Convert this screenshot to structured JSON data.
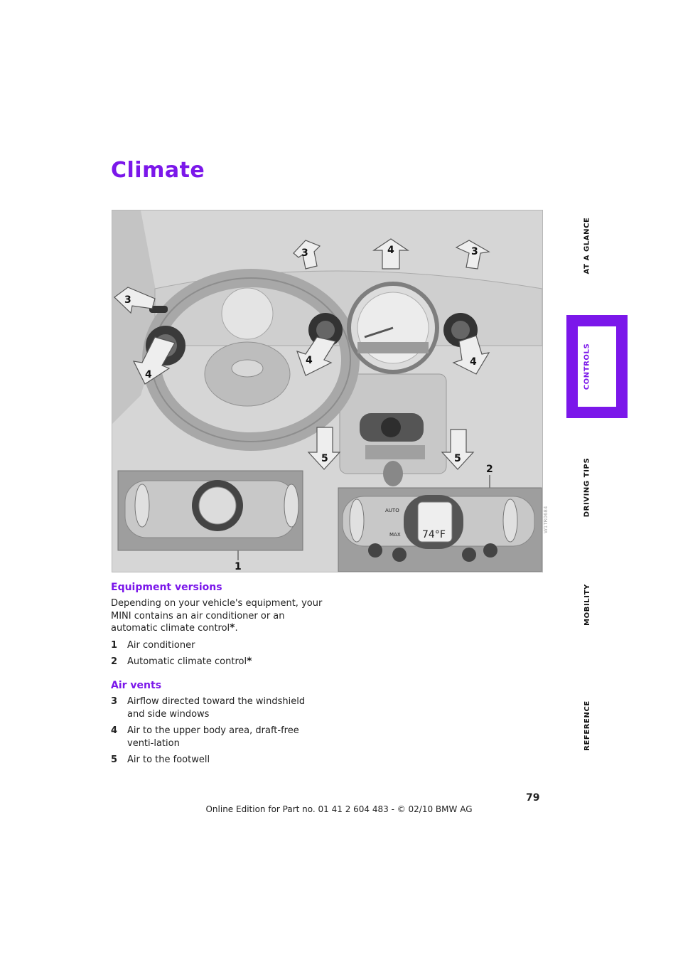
{
  "page": {
    "title": "Climate",
    "page_number": "79",
    "footer": "Online Edition for Part no. 01 41 2 604 483 - © 02/10 BMW AG"
  },
  "sidebar": {
    "tabs": [
      {
        "label": "AT A GLANCE",
        "active": false
      },
      {
        "label": "CONTROLS",
        "active": true
      },
      {
        "label": "DRIVING TIPS",
        "active": false
      },
      {
        "label": "MOBILITY",
        "active": false
      },
      {
        "label": "REFERENCE",
        "active": false
      }
    ],
    "accent_color": "#7b17ea"
  },
  "figure": {
    "callouts": [
      "3",
      "4",
      "3",
      "3",
      "4",
      "4",
      "4",
      "5",
      "5",
      "2",
      "1"
    ],
    "panel_labels": {
      "auto": "AUTO",
      "max": "MAX",
      "temp": "74°F"
    },
    "code": "W1TR0684"
  },
  "equipment": {
    "heading": "Equipment versions",
    "intro": "Depending on your vehicle's equipment, your MINI contains an air conditioner or an automatic climate control",
    "star": "*",
    "items": [
      {
        "num": "1",
        "text": "Air conditioner",
        "star": ""
      },
      {
        "num": "2",
        "text": "Automatic climate control",
        "star": "*"
      }
    ]
  },
  "air_vents": {
    "heading": "Air vents",
    "items": [
      {
        "num": "3",
        "text": "Airflow directed toward the windshield and side windows"
      },
      {
        "num": "4",
        "text": "Air to the upper body area, draft-free venti-lation"
      },
      {
        "num": "5",
        "text": "Air to the footwell"
      }
    ]
  }
}
